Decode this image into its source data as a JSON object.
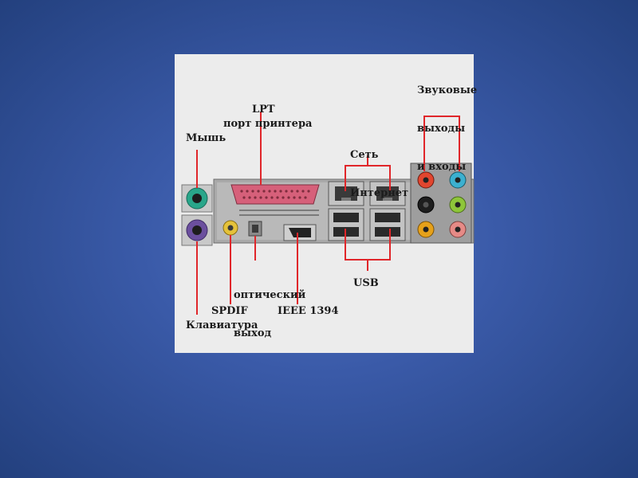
{
  "colors": {
    "background": "#3a5aa8",
    "callout": "#e0262a",
    "panel": "#b7b7b7"
  },
  "labels": {
    "lpt": {
      "line1": "LPT",
      "line2": "порт принтера"
    },
    "mouse": "Мышь",
    "network": {
      "line1": "Сеть",
      "line2": "Интернет"
    },
    "audio": {
      "line1": "Звуковые",
      "line2": "выходы",
      "line3": "и входы"
    },
    "optical": {
      "line1": "оптический",
      "line2": "выход"
    },
    "usb": "USB",
    "spdif": "SPDIF",
    "ieee": "IEEE 1394",
    "keyboard": "Клавиатура"
  },
  "ports": [
    {
      "name": "ps2-mouse-port",
      "color": "#29a68a"
    },
    {
      "name": "ps2-keyboard-port",
      "color": "#6b4f9e"
    },
    {
      "name": "lpt-port",
      "color": "#d6607a"
    },
    {
      "name": "spdif-coaxial-port",
      "color": "#e5c23a"
    },
    {
      "name": "optical-output-port",
      "color": "#8a8a8a"
    },
    {
      "name": "ieee1394-port",
      "color": "#222222"
    },
    {
      "name": "rj45-ports",
      "color": "#3a3a3a"
    },
    {
      "name": "usb-ports",
      "color": "#2a2a2a"
    },
    {
      "name": "audio-jacks",
      "colors": [
        "#e2462f",
        "#3cb0d0",
        "#1e1e1e",
        "#8ec63a",
        "#e6a11a",
        "#e68a86"
      ]
    }
  ]
}
